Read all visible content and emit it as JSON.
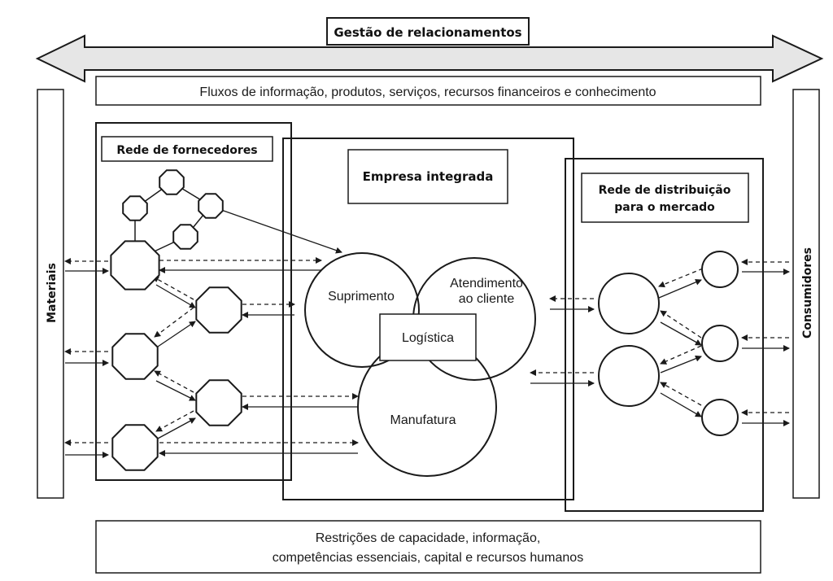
{
  "banner": {
    "title": "Gestão de relacionamentos"
  },
  "flows": {
    "text": "Fluxos de informação, produtos, serviços, recursos financeiros e conhecimento"
  },
  "side": {
    "left": "Materiais",
    "right": "Consumidores"
  },
  "suppliers": {
    "title": "Rede de fornecedores"
  },
  "enterprise": {
    "title": "Empresa integrada",
    "supply": "Suprimento",
    "service_line1": "Atendimento",
    "service_line2": "ao cliente",
    "logistics": "Logística",
    "manufacturing": "Manufatura"
  },
  "distribution": {
    "title_line1": "Rede de distribuição",
    "title_line2": "para o mercado"
  },
  "constraints": {
    "line1": "Restrições de capacidade, informação,",
    "line2": "competências essenciais, capital e recursos humanos"
  },
  "colors": {
    "stroke": "#1a1a1a",
    "banner_fill": "#e6e6e6",
    "background": "#ffffff"
  }
}
